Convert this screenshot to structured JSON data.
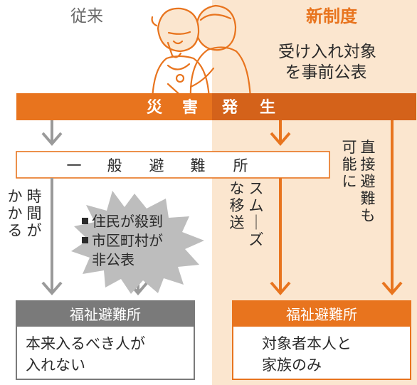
{
  "header": {
    "left_title": "従来",
    "right_title": "新制度",
    "right_subtitle_lines": [
      "受け入れ対象",
      "を事前公表"
    ]
  },
  "illustration": {
    "icon": "elderly-person-and-caregiver-icon"
  },
  "disaster_bar": {
    "chars": [
      "災",
      "害",
      "発",
      "生"
    ]
  },
  "general_shelter": {
    "chars": [
      "一",
      "般",
      "避",
      "難",
      "所"
    ]
  },
  "left_side_note": {
    "columns": [
      "時間が",
      "かかる"
    ]
  },
  "problem_burst": {
    "items": [
      {
        "lines": [
          "住民が殺到"
        ]
      },
      {
        "lines": [
          "市区町村が",
          "非公表"
        ]
      }
    ]
  },
  "smooth_transfer": {
    "columns": [
      "スムーズ",
      "な移送"
    ]
  },
  "direct_evacuation": {
    "columns": [
      "直接避難も",
      "可能に"
    ]
  },
  "left_welfare_box": {
    "header": "福祉避難所",
    "body_lines": [
      "本来入るべき人が",
      "入れない"
    ]
  },
  "right_welfare_box": {
    "header": "福祉避難所",
    "body_lines": [
      "対象者本人と",
      "家族のみ"
    ]
  },
  "colors": {
    "orange": "#e8741e",
    "orange_dark": "#d4621a",
    "peach_bg": "#fbe6cf",
    "gray_arrow": "#9a9a9a",
    "gray_header": "#7a7a7a",
    "burst_gray": "#bdbdbd",
    "text_dark": "#2a2a2a",
    "title_gray": "#6a6a6a"
  }
}
